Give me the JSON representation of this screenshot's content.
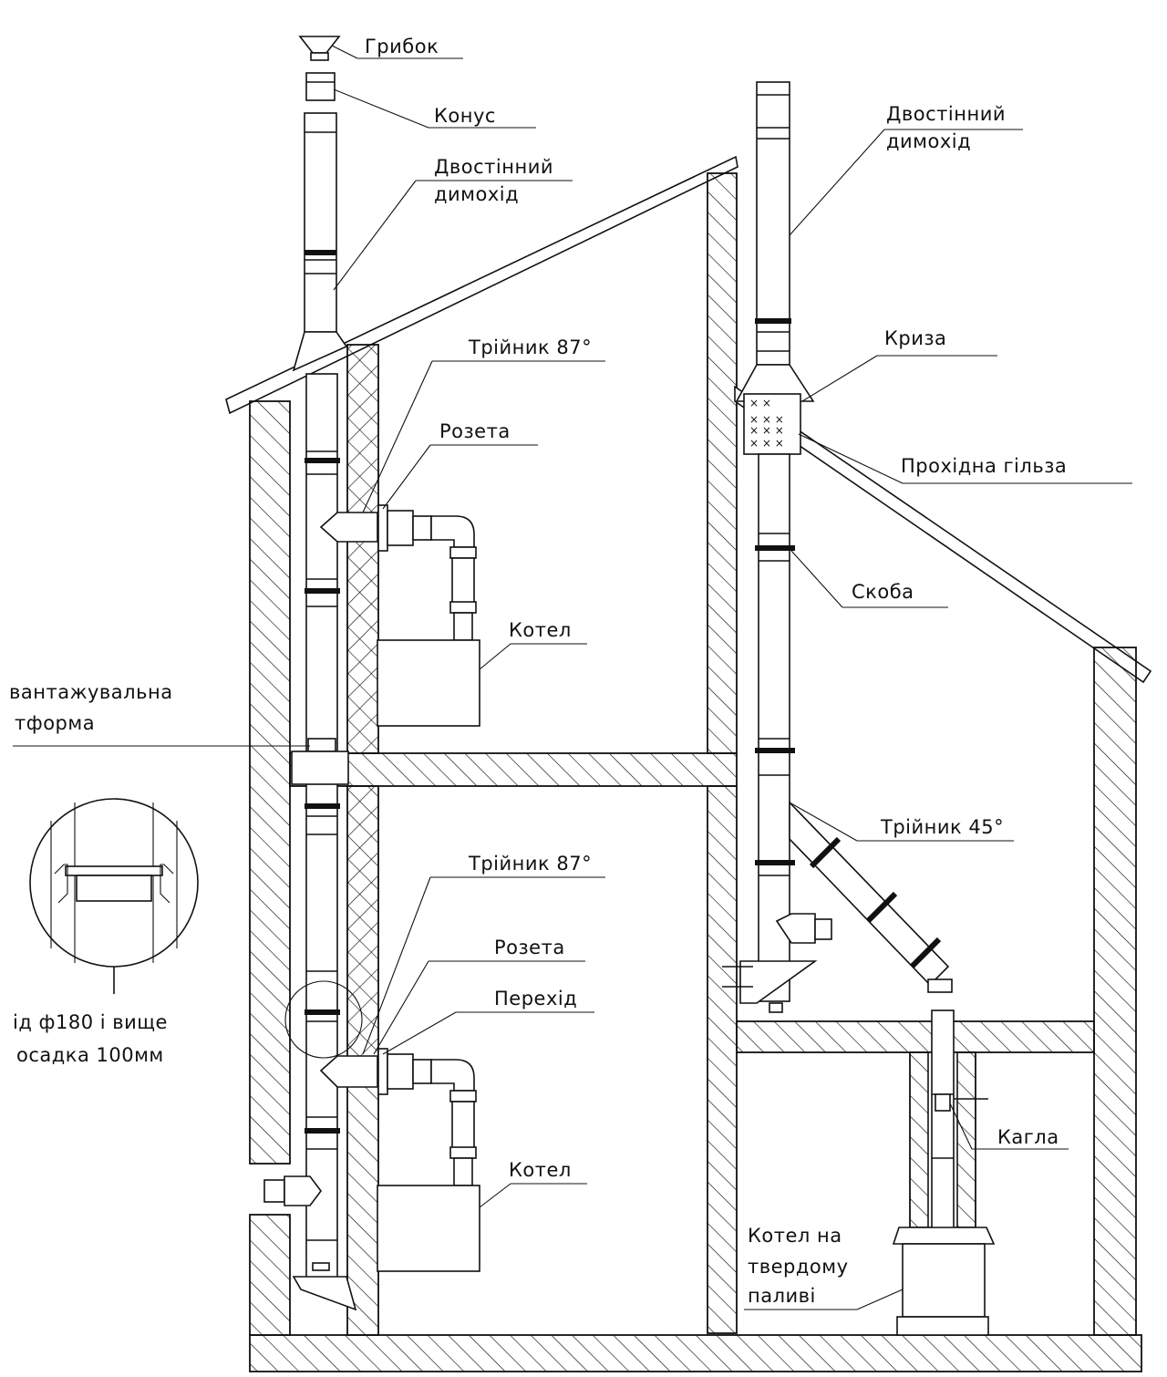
{
  "labels": {
    "mushroom": "Грибок",
    "cone": "Конус",
    "chimney_left": [
      "Двостінний",
      "димохід"
    ],
    "tee_87_upper": "Трійник 87°",
    "rosette_upper": "Розета",
    "boiler_upper": "Котел",
    "load_platform": [
      "вантажувальна",
      "тформа"
    ],
    "detail_note": [
      "ід ф180 і вище",
      "осадка 100мм"
    ],
    "tee_87_lower": "Трійник 87°",
    "rosette_lower": "Розета",
    "adapter": "Перехід",
    "boiler_lower": "Котел",
    "chimney_right": [
      "Двостінний",
      "димохід"
    ],
    "flashing": "Криза",
    "pass_sleeve": "Прохідна гільза",
    "bracket": "Скоба",
    "tee_45": "Трійник 45°",
    "damper": "Кагла",
    "solid_fuel_boiler": [
      "Котел на",
      "твердому",
      "паливі"
    ]
  }
}
